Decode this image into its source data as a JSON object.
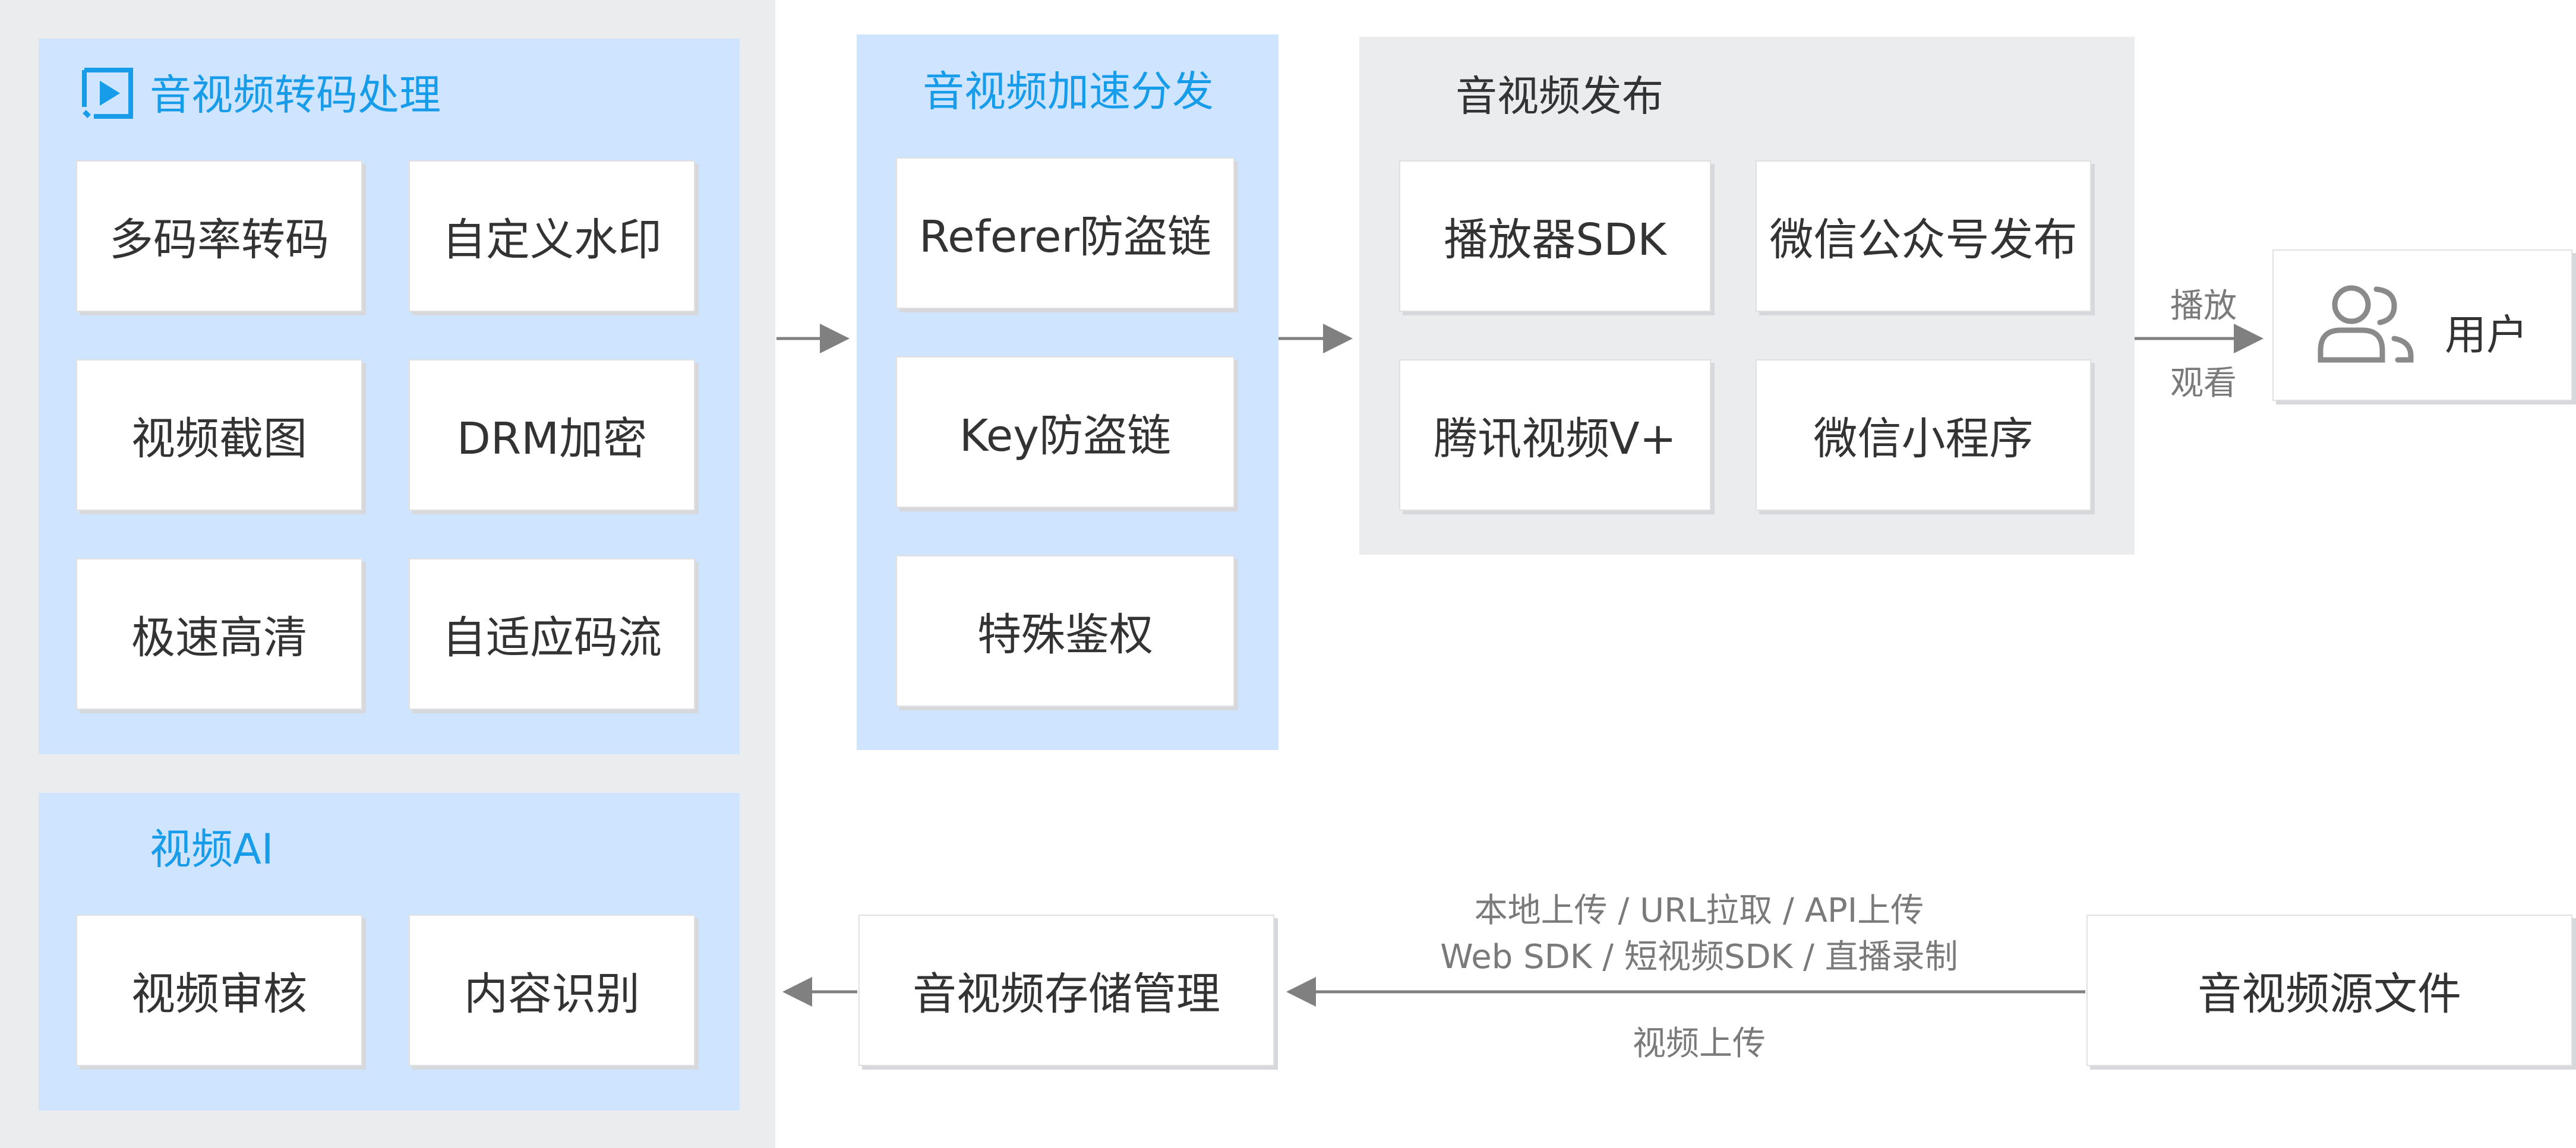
{
  "transcode": {
    "title": "音视频转码处理",
    "items": [
      "多码率转码",
      "自定义水印",
      "视频截图",
      "DRM加密",
      "极速高清",
      "自适应码流"
    ]
  },
  "video_ai": {
    "title": "视频AI",
    "items": [
      "视频审核",
      "内容识别"
    ]
  },
  "distribution": {
    "title": "音视频加速分发",
    "items": [
      "Referer防盗链",
      "Key防盗链",
      "特殊鉴权"
    ]
  },
  "publish": {
    "title": "音视频发布",
    "items": [
      "播放器SDK",
      "微信公众号发布",
      "腾讯视频V+",
      "微信小程序"
    ]
  },
  "playback": {
    "line1": "播放",
    "line2": "观看"
  },
  "user": {
    "label": "用户"
  },
  "storage": {
    "label": "音视频存储管理"
  },
  "source": {
    "label": "音视频源文件"
  },
  "upload": {
    "methods_line1": "本地上传 / URL拉取 / API上传",
    "methods_line2": "Web SDK / 短视频SDK / 直播录制",
    "caption": "视频上传"
  },
  "colors": {
    "accent": "#179cea",
    "panel_blue": "#cfe4ff",
    "panel_gray": "#ebecee",
    "arrow": "#808080"
  },
  "icons": [
    "play-square-icon",
    "users-icon"
  ]
}
